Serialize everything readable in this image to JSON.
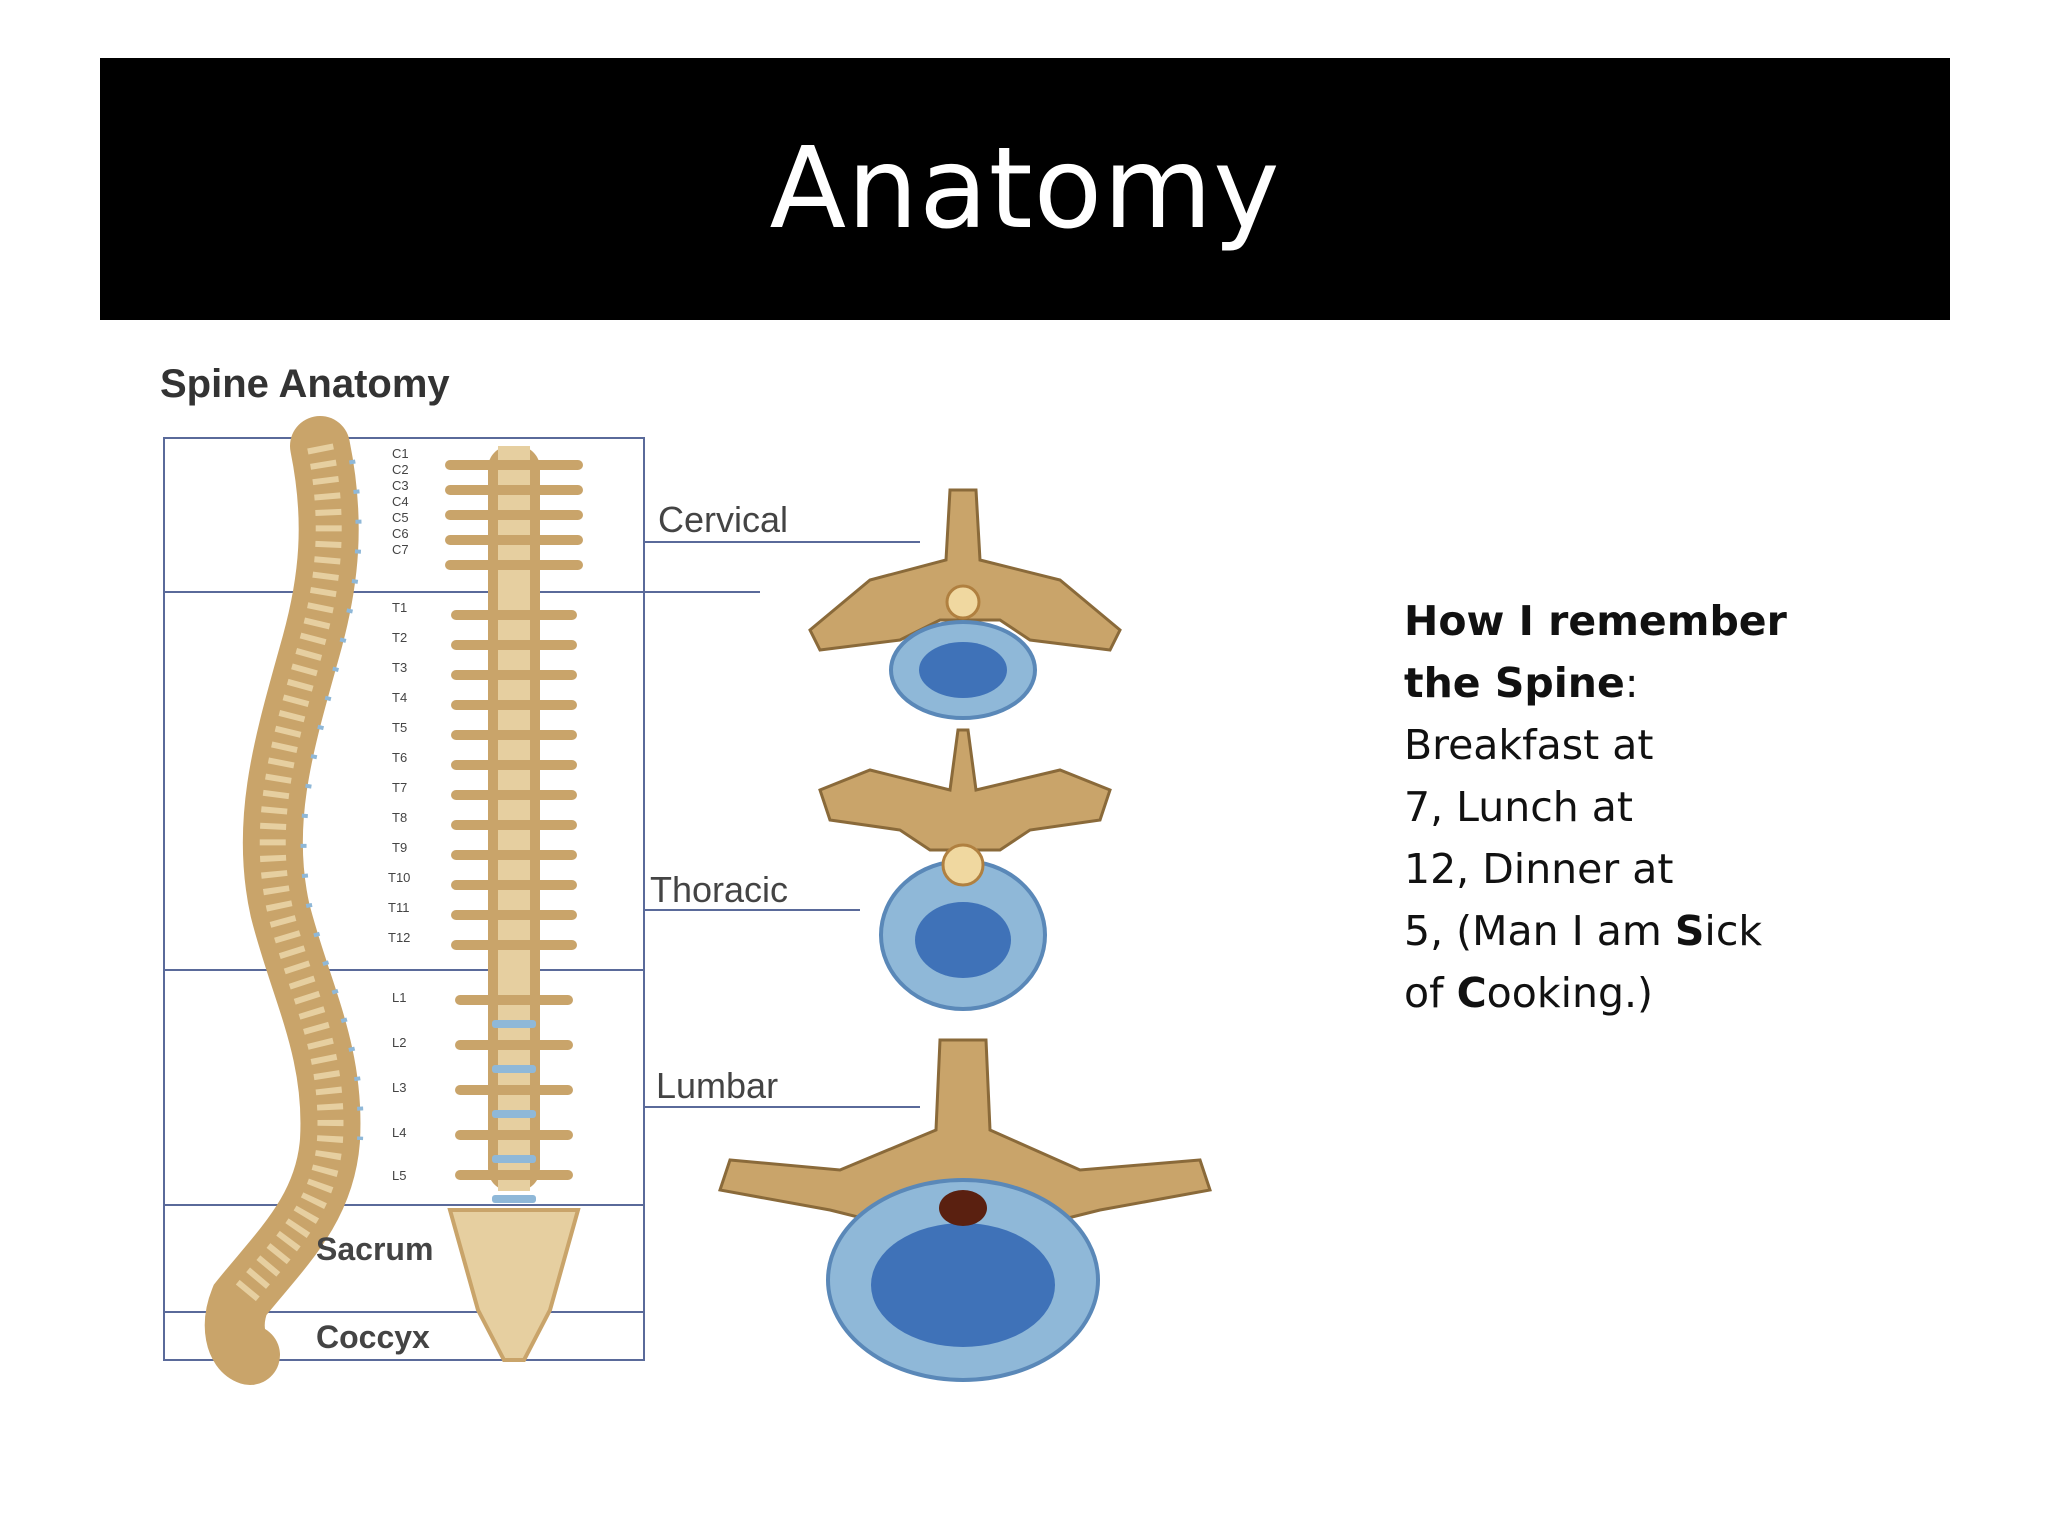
{
  "slide": {
    "title": "Anatomy"
  },
  "figure": {
    "title": "Spine Anatomy",
    "vertebra_labels": [
      "C1",
      "C2",
      "C3",
      "C4",
      "C5",
      "C6",
      "C7",
      "T1",
      "T2",
      "T3",
      "T4",
      "T5",
      "T6",
      "T7",
      "T8",
      "T9",
      "T10",
      "T11",
      "T12",
      "L1",
      "L2",
      "L3",
      "L4",
      "L5"
    ],
    "region_labels": {
      "cervical": "Cervical",
      "thoracic": "Thoracic",
      "lumbar": "Lumbar",
      "sacrum": "Sacrum",
      "coccyx": "Coccyx"
    }
  },
  "note": {
    "heading_line1": "How I remember",
    "heading_line2": "the Spine",
    "colon": ":",
    "line3": "Breakfast at",
    "line4": "7, Lunch at",
    "line5": "12, Dinner at",
    "line6_pre": "5, (Man I am ",
    "line6_bold": "S",
    "line6_post": "ick",
    "line7_pre": "of ",
    "line7_bold": "C",
    "line7_post": "ooking.)"
  },
  "colors": {
    "bone": "#c9a46a",
    "bone_light": "#e6cfa0",
    "disc": "#8fb8d8",
    "disc_core": "#3f72b8",
    "frame": "#5a6a9a"
  }
}
